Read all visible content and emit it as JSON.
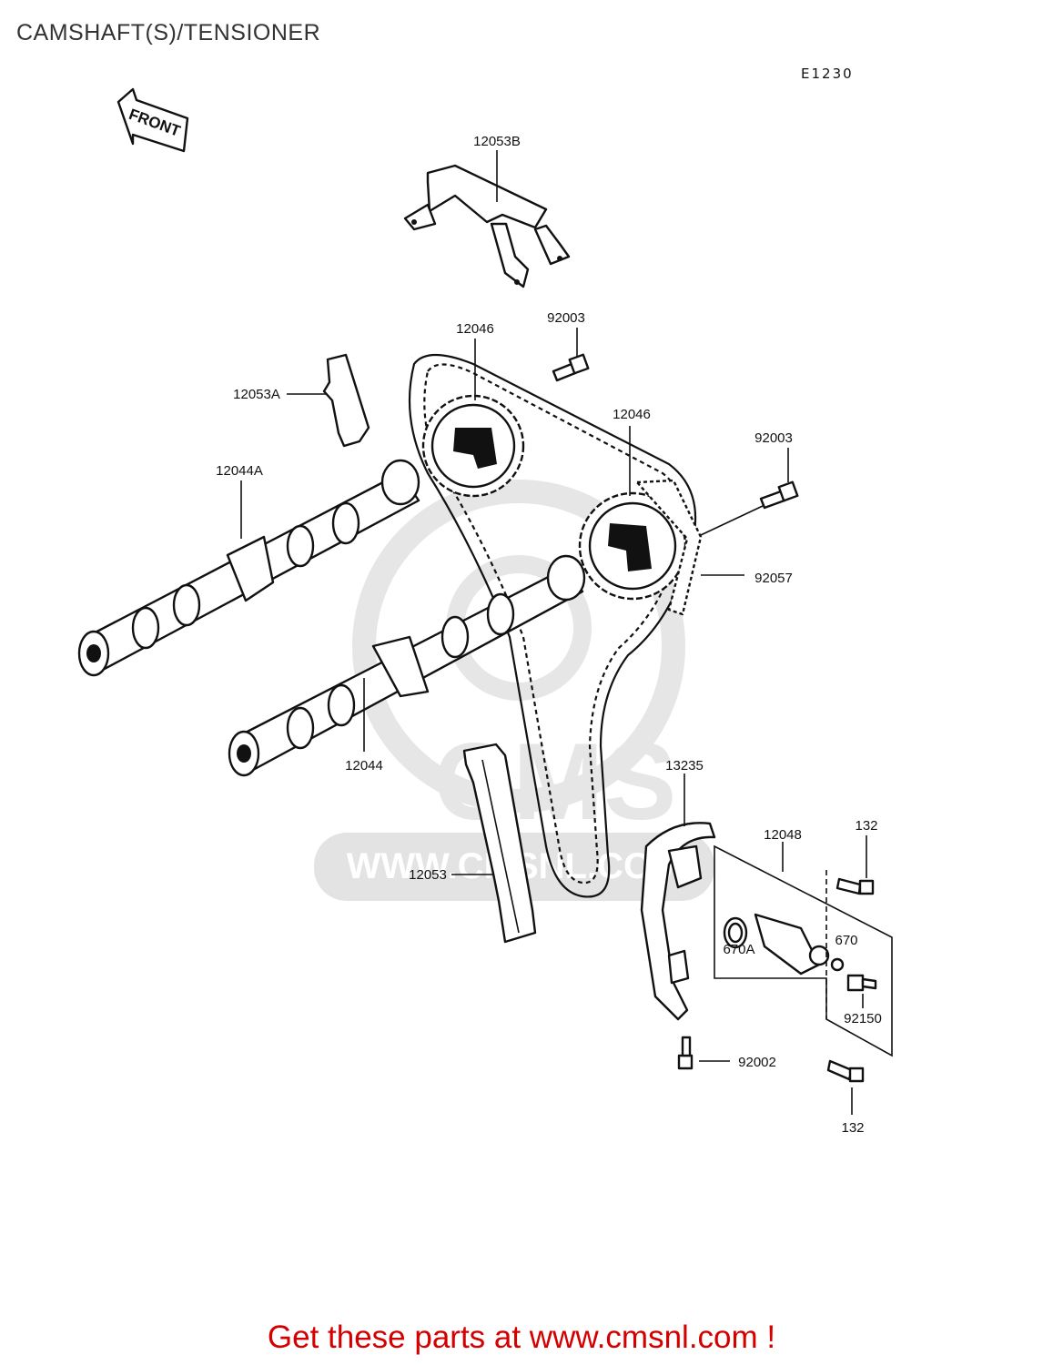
{
  "title": "CAMSHAFT(S)/TENSIONER",
  "diagram_code": "E1230",
  "front_label": "FRONT",
  "watermark_text": "WWW.CMSNL.COM",
  "watermark_logo": "CMS",
  "part_labels": {
    "p12053B": "12053B",
    "p12046_left": "12046",
    "p92003_top": "92003",
    "p12053A": "12053A",
    "p12046_right": "12046",
    "p92003_right": "92003",
    "p12044A": "12044A",
    "p92057": "92057",
    "p12044": "12044",
    "p13235": "13235",
    "p12048": "12048",
    "p132_top": "132",
    "p12053": "12053",
    "p670": "670",
    "p670A": "670A",
    "p92150": "92150",
    "p92002": "92002",
    "p132_bottom": "132"
  },
  "footer": "Get these parts at www.cmsnl.com !",
  "colors": {
    "footer": "#d40000",
    "title": "#333333",
    "line": "#111111",
    "watermark": "#e3e3e3"
  }
}
